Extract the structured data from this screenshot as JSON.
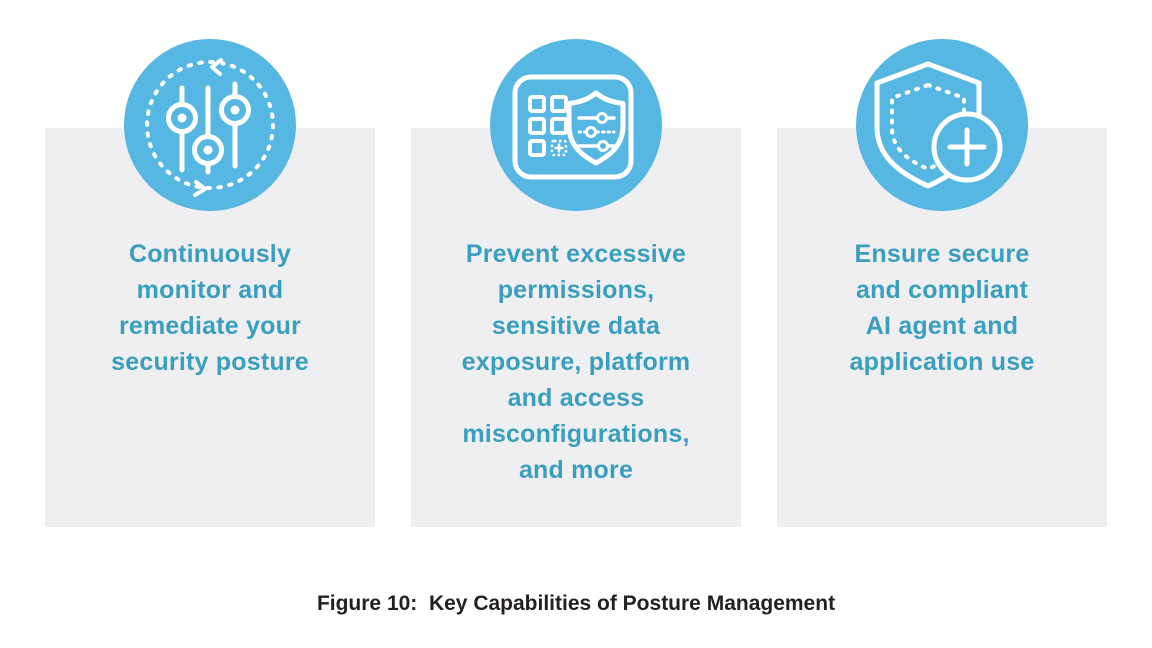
{
  "figure": {
    "caption": "Figure 10:  Key Capabilities of Posture Management"
  },
  "colors": {
    "accent_blue": "#56B7E3",
    "card_background": "#EFEFF1",
    "card_text": "#3A9EBE",
    "caption_text": "#231F20",
    "icon_stroke": "#FFFFFF"
  },
  "cards": [
    {
      "icon": "refresh-sliders-icon",
      "text": "Continuously\nmonitor and\nremediate your\nsecurity posture"
    },
    {
      "icon": "console-shield-sliders-icon",
      "text": "Prevent excessive\npermissions,\nsensitive data\nexposure, platform\nand access\nmisconfigurations,\nand more"
    },
    {
      "icon": "shield-plus-icon",
      "text": "Ensure secure\nand compliant\nAI agent and\napplication use"
    }
  ]
}
